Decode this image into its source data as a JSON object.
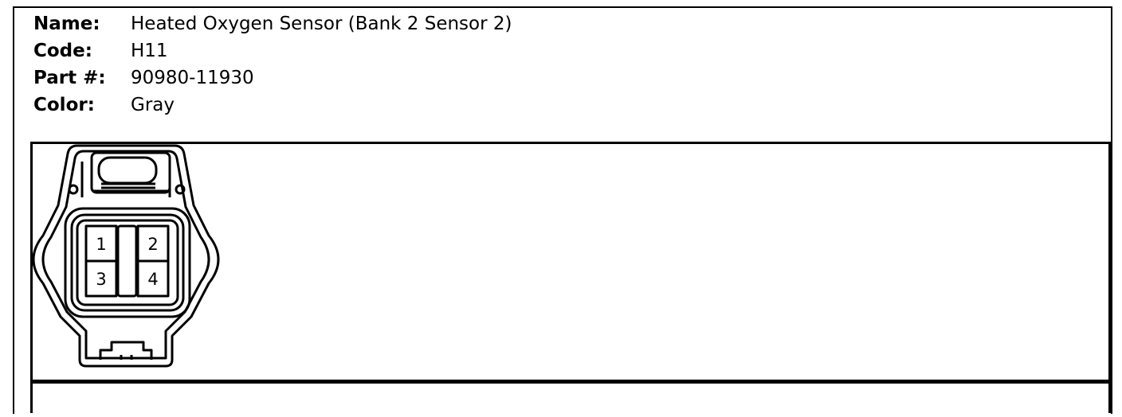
{
  "info": {
    "name_label": "Name:",
    "name_value": "Heated Oxygen Sensor (Bank 2 Sensor 2)",
    "code_label": "Code:",
    "code_value": "H11",
    "part_label": "Part #:",
    "part_value": "90980-11930",
    "color_label": "Color:",
    "color_value": "Gray"
  },
  "connector": {
    "pins": [
      "1",
      "2",
      "3",
      "4"
    ]
  }
}
